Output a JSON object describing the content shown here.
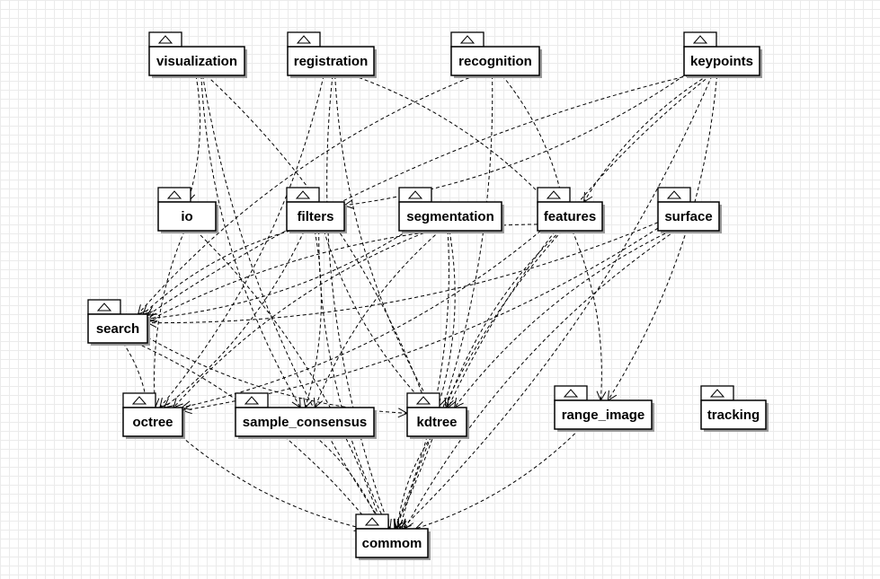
{
  "packages": [
    {
      "id": "visualization",
      "label": "visualization"
    },
    {
      "id": "registration",
      "label": "registration"
    },
    {
      "id": "recognition",
      "label": "recognition"
    },
    {
      "id": "keypoints",
      "label": "keypoints"
    },
    {
      "id": "io",
      "label": "io"
    },
    {
      "id": "filters",
      "label": "filters"
    },
    {
      "id": "segmentation",
      "label": "segmentation"
    },
    {
      "id": "features",
      "label": "features"
    },
    {
      "id": "surface",
      "label": "surface"
    },
    {
      "id": "search",
      "label": "search"
    },
    {
      "id": "octree",
      "label": "octree"
    },
    {
      "id": "sample_consensus",
      "label": "sample_consensus"
    },
    {
      "id": "kdtree",
      "label": "kdtree"
    },
    {
      "id": "range_image",
      "label": "range_image"
    },
    {
      "id": "tracking",
      "label": "tracking"
    },
    {
      "id": "commom",
      "label": "commom"
    }
  ],
  "dependencies": [
    {
      "from": "visualization",
      "to": "io"
    },
    {
      "from": "visualization",
      "to": "sample_consensus"
    },
    {
      "from": "visualization",
      "to": "kdtree"
    },
    {
      "from": "visualization",
      "to": "commom"
    },
    {
      "from": "registration",
      "to": "features"
    },
    {
      "from": "registration",
      "to": "kdtree"
    },
    {
      "from": "registration",
      "to": "octree"
    },
    {
      "from": "registration",
      "to": "commom"
    },
    {
      "from": "recognition",
      "to": "features"
    },
    {
      "from": "recognition",
      "to": "search"
    },
    {
      "from": "recognition",
      "to": "commom"
    },
    {
      "from": "keypoints",
      "to": "features"
    },
    {
      "from": "keypoints",
      "to": "filters"
    },
    {
      "from": "keypoints",
      "to": "search"
    },
    {
      "from": "keypoints",
      "to": "range_image"
    },
    {
      "from": "keypoints",
      "to": "kdtree"
    },
    {
      "from": "keypoints",
      "to": "commom"
    },
    {
      "from": "io",
      "to": "octree"
    },
    {
      "from": "io",
      "to": "commom"
    },
    {
      "from": "filters",
      "to": "search"
    },
    {
      "from": "filters",
      "to": "sample_consensus"
    },
    {
      "from": "filters",
      "to": "kdtree"
    },
    {
      "from": "filters",
      "to": "octree"
    },
    {
      "from": "filters",
      "to": "commom"
    },
    {
      "from": "segmentation",
      "to": "search"
    },
    {
      "from": "segmentation",
      "to": "sample_consensus"
    },
    {
      "from": "segmentation",
      "to": "kdtree"
    },
    {
      "from": "segmentation",
      "to": "octree"
    },
    {
      "from": "segmentation",
      "to": "commom"
    },
    {
      "from": "features",
      "to": "search"
    },
    {
      "from": "features",
      "to": "range_image"
    },
    {
      "from": "features",
      "to": "kdtree"
    },
    {
      "from": "features",
      "to": "octree"
    },
    {
      "from": "features",
      "to": "commom"
    },
    {
      "from": "surface",
      "to": "search"
    },
    {
      "from": "surface",
      "to": "kdtree"
    },
    {
      "from": "surface",
      "to": "octree"
    },
    {
      "from": "surface",
      "to": "commom"
    },
    {
      "from": "search",
      "to": "octree"
    },
    {
      "from": "search",
      "to": "kdtree"
    },
    {
      "from": "search",
      "to": "commom"
    },
    {
      "from": "octree",
      "to": "commom"
    },
    {
      "from": "sample_consensus",
      "to": "commom"
    },
    {
      "from": "kdtree",
      "to": "commom"
    },
    {
      "from": "range_image",
      "to": "commom"
    }
  ]
}
